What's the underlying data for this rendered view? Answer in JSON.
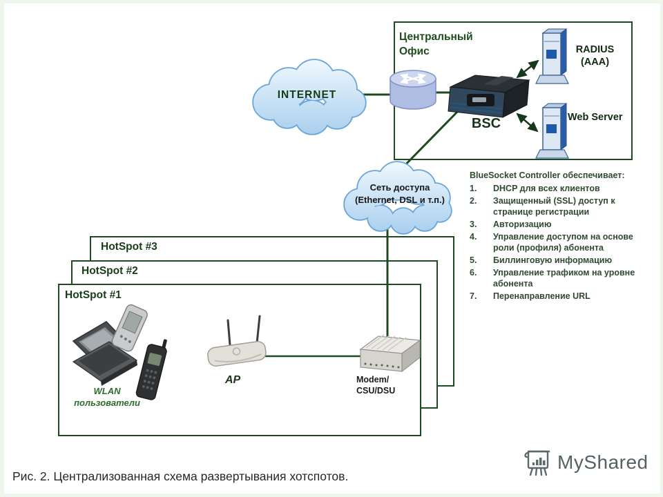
{
  "central_office": {
    "label": "Центральный\nОфис",
    "bsc_label": "BSC",
    "radius_label": "RADIUS\n(AAA)",
    "web_server_label": "Web Server"
  },
  "clouds": {
    "internet": "INTERNET",
    "access": "Сеть доступа\n(Ethernet, DSL и т.п.)"
  },
  "features": {
    "title": "BlueSocket Controller обеспечивает:",
    "items": [
      {
        "num": "1.",
        "text": "DHCP для всех клиентов"
      },
      {
        "num": "2.",
        "text": "Защищенный (SSL) доступ к\nстранице регистрации"
      },
      {
        "num": "3.",
        "text": "Авторизацию"
      },
      {
        "num": "4.",
        "text": "Управление доступом на основе\nроли (профиля) абонента"
      },
      {
        "num": "5.",
        "text": "Биллинговую информацию"
      },
      {
        "num": "6.",
        "text": "Управление трафиком на уровне\nабонента"
      },
      {
        "num": "7.",
        "text": "Перенаправление URL"
      }
    ]
  },
  "hotspots": {
    "box1_label": "HotSpot #1",
    "box2_label": "HotSpot #2",
    "box3_label": "HotSpot #3",
    "wlan_users_label": "WLAN\nпользователи",
    "ap_label": "AP",
    "modem_label": "Modem/\nCSU/DSU"
  },
  "caption": "Рис. 2. Централизованная схема развертывания хотспотов.",
  "watermark": "MyShared",
  "colors": {
    "line_green": "#1c4a1c",
    "text_green": "#1d4d1d",
    "cloud_border_blue": "#68a4d8",
    "cloud_fill_blue": "#bcd9f1",
    "server_blue": "#2a5ca8",
    "watermark_gray": "#566165"
  }
}
